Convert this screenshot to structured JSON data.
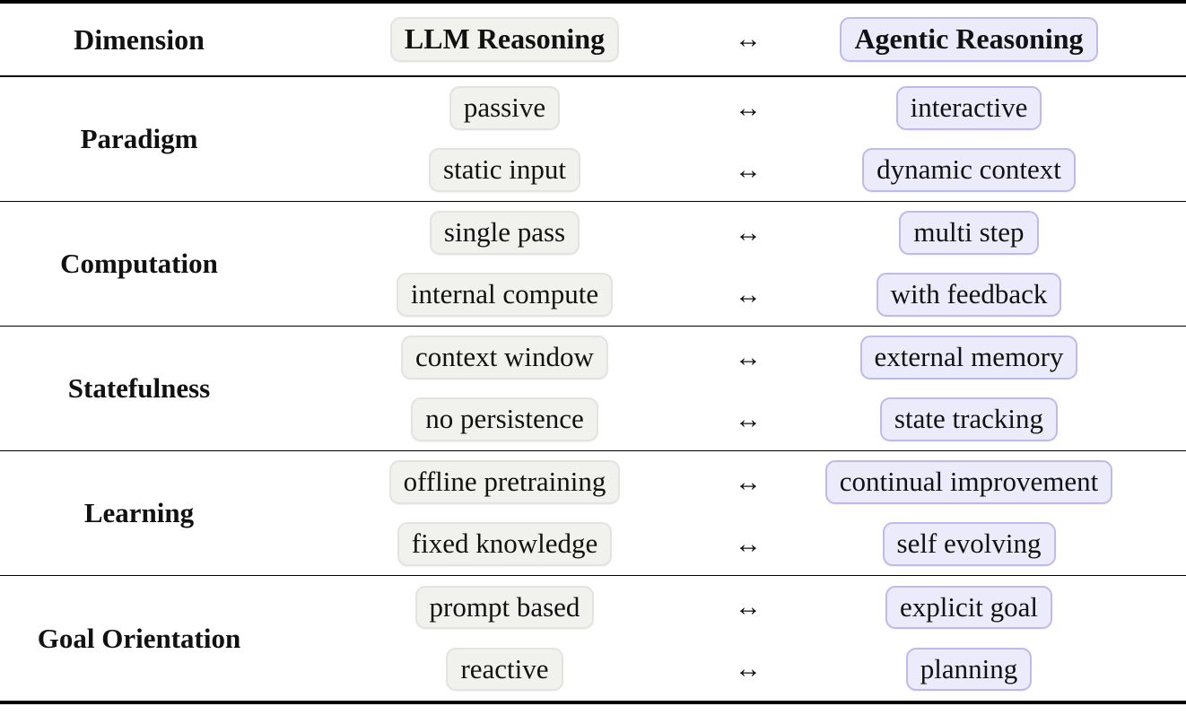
{
  "symbols": {
    "arrow": "↔"
  },
  "colors": {
    "llm_box_bg": "#f1f1ee",
    "llm_box_border": "#e3e3e0",
    "agentic_box_bg": "#ecebfb",
    "agentic_box_border": "#bfbaee",
    "text_color": "#111111",
    "rule_color": "#000000"
  },
  "header": {
    "dimension": "Dimension",
    "llm": "LLM Reasoning",
    "agentic": "Agentic Reasoning"
  },
  "rows": [
    {
      "dimension": "Paradigm",
      "pairs": [
        {
          "llm": "passive",
          "agentic": "interactive"
        },
        {
          "llm": "static input",
          "agentic": "dynamic context"
        }
      ]
    },
    {
      "dimension": "Computation",
      "pairs": [
        {
          "llm": "single pass",
          "agentic": "multi step"
        },
        {
          "llm": "internal compute",
          "agentic": "with feedback"
        }
      ]
    },
    {
      "dimension": "Statefulness",
      "pairs": [
        {
          "llm": "context window",
          "agentic": "external memory"
        },
        {
          "llm": "no persistence",
          "agentic": "state tracking"
        }
      ]
    },
    {
      "dimension": "Learning",
      "pairs": [
        {
          "llm": "offline pretraining",
          "agentic": "continual improvement"
        },
        {
          "llm": "fixed knowledge",
          "agentic": "self evolving"
        }
      ]
    },
    {
      "dimension": "Goal Orientation",
      "pairs": [
        {
          "llm": "prompt based",
          "agentic": "explicit goal"
        },
        {
          "llm": "reactive",
          "agentic": "planning"
        }
      ]
    }
  ]
}
